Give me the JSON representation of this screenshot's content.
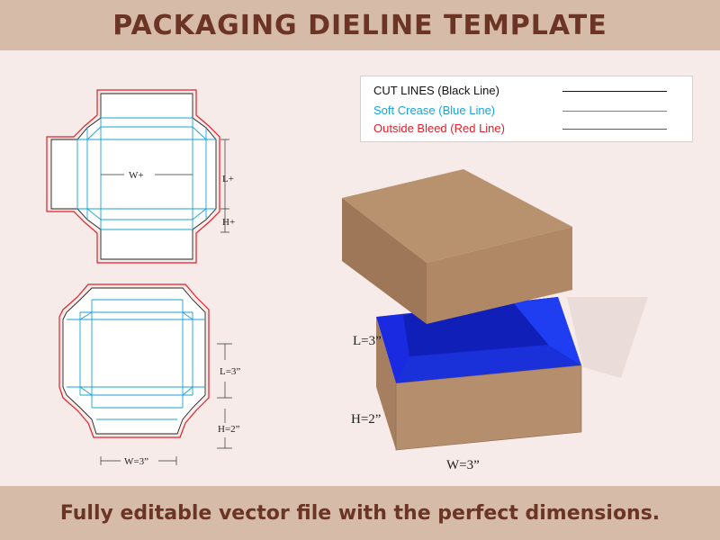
{
  "header": {
    "title": "PACKAGING DIELINE TEMPLATE"
  },
  "legend": {
    "items": [
      {
        "label": "CUT LINES (Black Line)",
        "color": "#111111"
      },
      {
        "label": "Soft Crease (Blue Line)",
        "color": "#1aa3d6"
      },
      {
        "label": "Outside Bleed (Red Line)",
        "color": "#e0202a"
      }
    ]
  },
  "dieline_top": {
    "w_label": "W+",
    "l_label": "L+",
    "h_label": "H+"
  },
  "dieline_bottom": {
    "l_label": "L=3”",
    "h_label": "H=2”",
    "w_label": "W=3”"
  },
  "box": {
    "l_label": "L=3”",
    "h_label": "H=2”",
    "w_label": "W=3”",
    "kraft_color": "#b58e6e",
    "inner_color": "#1432e8"
  },
  "footer": {
    "text": "Fully editable vector file with the perfect dimensions."
  }
}
